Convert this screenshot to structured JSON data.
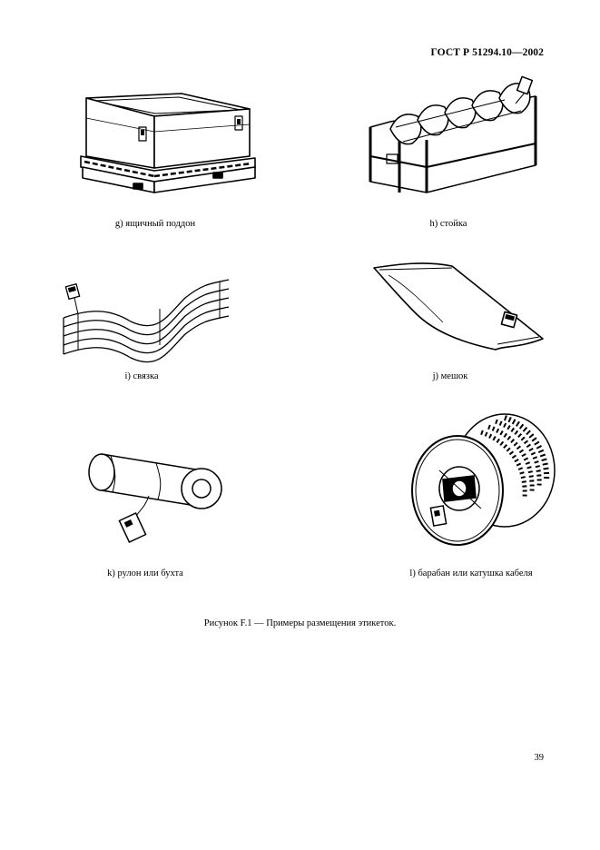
{
  "header": {
    "doc_id": "ГОСТ Р 51294.10—2002"
  },
  "figures": [
    {
      "caption": "g) ящичный поддон"
    },
    {
      "caption": "h) стойка"
    },
    {
      "caption": "i) связка"
    },
    {
      "caption": "j) мешок"
    },
    {
      "caption": "k) рулон или бухта"
    },
    {
      "caption": "l) барабан или катушка кабеля"
    }
  ],
  "figure_caption": "Рисунок F.1 — Примеры размещения этикеток.",
  "page_number": "39"
}
